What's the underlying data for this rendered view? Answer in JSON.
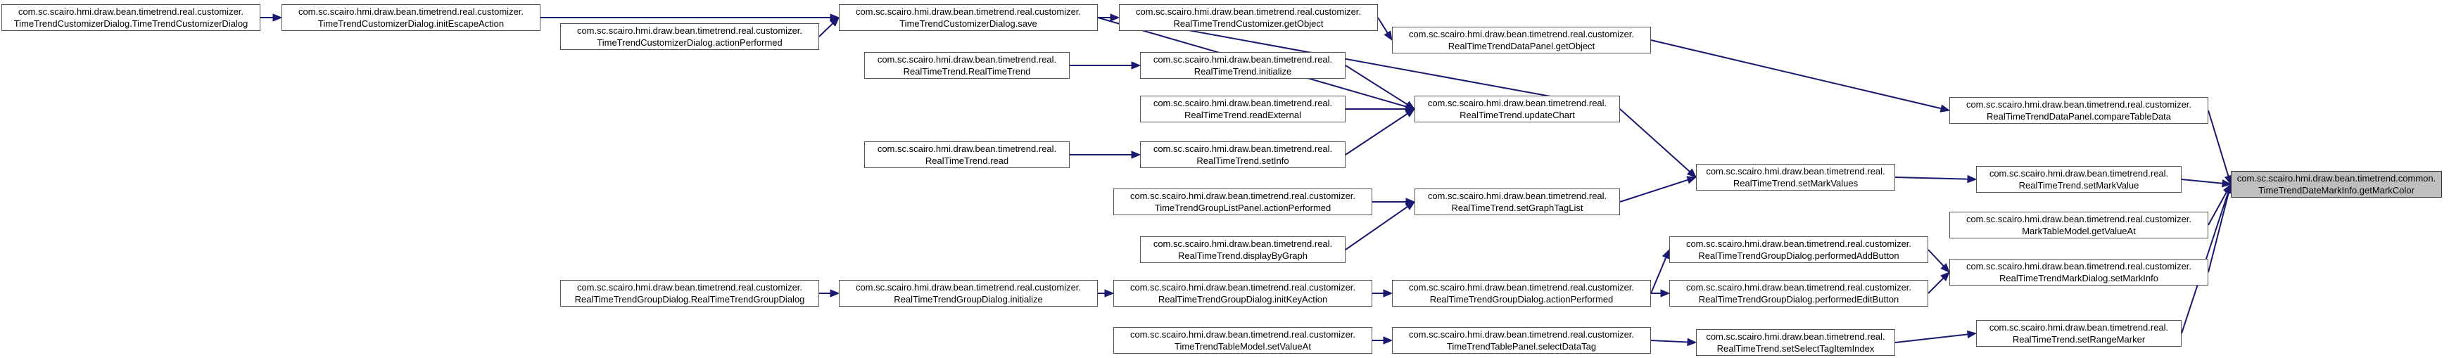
{
  "nodes": [
    {
      "id": "getMarkColor",
      "root": true,
      "lines": [
        "com.sc.scairo.hmi.draw.bean.timetrend.common.",
        "TimeTrendDateMarkInfo.getMarkColor"
      ]
    },
    {
      "id": "setMarkValue",
      "lines": [
        "com.sc.scairo.hmi.draw.bean.timetrend.real.",
        "RealTimeTrend.setMarkValue"
      ]
    },
    {
      "id": "compareTableData",
      "lines": [
        "com.sc.scairo.hmi.draw.bean.timetrend.real.customizer.",
        "RealTimeTrendDataPanel.compareTableData"
      ]
    },
    {
      "id": "getValueAt",
      "lines": [
        "com.sc.scairo.hmi.draw.bean.timetrend.real.customizer.",
        "MarkTableModel.getValueAt"
      ]
    },
    {
      "id": "setMarkInfo",
      "lines": [
        "com.sc.scairo.hmi.draw.bean.timetrend.real.customizer.",
        "RealTimeTrendMarkDialog.setMarkInfo"
      ]
    },
    {
      "id": "setRangeMarker",
      "lines": [
        "com.sc.scairo.hmi.draw.bean.timetrend.real.",
        "RealTimeTrend.setRangeMarker"
      ]
    },
    {
      "id": "dataPanelGetObject",
      "lines": [
        "com.sc.scairo.hmi.draw.bean.timetrend.real.customizer.",
        "RealTimeTrendDataPanel.getObject"
      ]
    },
    {
      "id": "setMarkValues",
      "lines": [
        "com.sc.scairo.hmi.draw.bean.timetrend.real.",
        "RealTimeTrend.setMarkValues"
      ]
    },
    {
      "id": "performedAddButton",
      "lines": [
        "com.sc.scairo.hmi.draw.bean.timetrend.real.customizer.",
        "RealTimeTrendGroupDialog.performedAddButton"
      ]
    },
    {
      "id": "performedEditButton",
      "lines": [
        "com.sc.scairo.hmi.draw.bean.timetrend.real.customizer.",
        "RealTimeTrendGroupDialog.performedEditButton"
      ]
    },
    {
      "id": "setSelectTagItemIndex",
      "lines": [
        "com.sc.scairo.hmi.draw.bean.timetrend.real.",
        "RealTimeTrend.setSelectTagItemIndex"
      ]
    },
    {
      "id": "customizerGetObject",
      "lines": [
        "com.sc.scairo.hmi.draw.bean.timetrend.real.customizer.",
        "RealTimeTrendCustomizer.getObject"
      ]
    },
    {
      "id": "updateChart",
      "lines": [
        "com.sc.scairo.hmi.draw.bean.timetrend.real.",
        "RealTimeTrend.updateChart"
      ]
    },
    {
      "id": "setGraphTagList",
      "lines": [
        "com.sc.scairo.hmi.draw.bean.timetrend.real.",
        "RealTimeTrend.setGraphTagList"
      ]
    },
    {
      "id": "groupDialogActionPerformed",
      "lines": [
        "com.sc.scairo.hmi.draw.bean.timetrend.real.customizer.",
        "RealTimeTrendGroupDialog.actionPerformed"
      ]
    },
    {
      "id": "selectDataTag",
      "lines": [
        "com.sc.scairo.hmi.draw.bean.timetrend.real.customizer.",
        "TimeTrendTablePanel.selectDataTag"
      ]
    },
    {
      "id": "save",
      "lines": [
        "com.sc.scairo.hmi.draw.bean.timetrend.real.customizer.",
        "TimeTrendCustomizerDialog.save"
      ]
    },
    {
      "id": "initialize",
      "lines": [
        "com.sc.scairo.hmi.draw.bean.timetrend.real.",
        "RealTimeTrend.initialize"
      ]
    },
    {
      "id": "readExternal",
      "lines": [
        "com.sc.scairo.hmi.draw.bean.timetrend.real.",
        "RealTimeTrend.readExternal"
      ]
    },
    {
      "id": "setInfo",
      "lines": [
        "com.sc.scairo.hmi.draw.bean.timetrend.real.",
        "RealTimeTrend.setInfo"
      ]
    },
    {
      "id": "groupListActionPerformed",
      "lines": [
        "com.sc.scairo.hmi.draw.bean.timetrend.real.customizer.",
        "TimeTrendGroupListPanel.actionPerformed"
      ]
    },
    {
      "id": "displayByGraph",
      "lines": [
        "com.sc.scairo.hmi.draw.bean.timetrend.real.",
        "RealTimeTrend.displayByGraph"
      ]
    },
    {
      "id": "initKeyAction",
      "lines": [
        "com.sc.scairo.hmi.draw.bean.timetrend.real.customizer.",
        "RealTimeTrendGroupDialog.initKeyAction"
      ]
    },
    {
      "id": "tableModelSetValueAt",
      "lines": [
        "com.sc.scairo.hmi.draw.bean.timetrend.real.customizer.",
        "TimeTrendTableModel.setValueAt"
      ]
    },
    {
      "id": "initEscapeAction",
      "lines": [
        "com.sc.scairo.hmi.draw.bean.timetrend.real.customizer.",
        "TimeTrendCustomizerDialog.initEscapeAction"
      ]
    },
    {
      "id": "customizerDialogActionPerformed",
      "lines": [
        "com.sc.scairo.hmi.draw.bean.timetrend.real.customizer.",
        "TimeTrendCustomizerDialog.actionPerformed"
      ]
    },
    {
      "id": "realTimeTrendCtor",
      "lines": [
        "com.sc.scairo.hmi.draw.bean.timetrend.real.",
        "RealTimeTrend.RealTimeTrend"
      ]
    },
    {
      "id": "read",
      "lines": [
        "com.sc.scairo.hmi.draw.bean.timetrend.real.",
        "RealTimeTrend.read"
      ]
    },
    {
      "id": "groupDialogInitialize",
      "lines": [
        "com.sc.scairo.hmi.draw.bean.timetrend.real.customizer.",
        "RealTimeTrendGroupDialog.initialize"
      ]
    },
    {
      "id": "customizerDialogCtor",
      "lines": [
        "com.sc.scairo.hmi.draw.bean.timetrend.real.customizer.",
        "TimeTrendCustomizerDialog.TimeTrendCustomizerDialog"
      ]
    },
    {
      "id": "groupDialogCtor",
      "lines": [
        "com.sc.scairo.hmi.draw.bean.timetrend.real.customizer.",
        "RealTimeTrendGroupDialog.RealTimeTrendGroupDialog"
      ]
    }
  ],
  "edges": [
    [
      "setMarkValue",
      "getMarkColor"
    ],
    [
      "compareTableData",
      "getMarkColor"
    ],
    [
      "getValueAt",
      "getMarkColor"
    ],
    [
      "setMarkInfo",
      "getMarkColor"
    ],
    [
      "setRangeMarker",
      "getMarkColor"
    ],
    [
      "dataPanelGetObject",
      "compareTableData"
    ],
    [
      "setMarkValues",
      "setMarkValue"
    ],
    [
      "performedAddButton",
      "setMarkInfo"
    ],
    [
      "performedEditButton",
      "setMarkInfo"
    ],
    [
      "setSelectTagItemIndex",
      "setRangeMarker"
    ],
    [
      "customizerGetObject",
      "dataPanelGetObject"
    ],
    [
      "updateChart",
      "setMarkValues"
    ],
    [
      "setGraphTagList",
      "setMarkValues"
    ],
    [
      "groupDialogActionPerformed",
      "performedAddButton"
    ],
    [
      "groupDialogActionPerformed",
      "performedEditButton"
    ],
    [
      "selectDataTag",
      "setSelectTagItemIndex"
    ],
    [
      "save",
      "customizerGetObject"
    ],
    [
      "updateChart",
      "customizerGetObject"
    ],
    [
      "initialize",
      "updateChart"
    ],
    [
      "readExternal",
      "updateChart"
    ],
    [
      "setInfo",
      "updateChart"
    ],
    [
      "save",
      "updateChart"
    ],
    [
      "groupListActionPerformed",
      "setGraphTagList"
    ],
    [
      "displayByGraph",
      "setGraphTagList"
    ],
    [
      "initKeyAction",
      "groupDialogActionPerformed"
    ],
    [
      "tableModelSetValueAt",
      "selectDataTag"
    ],
    [
      "initEscapeAction",
      "save"
    ],
    [
      "customizerDialogActionPerformed",
      "save"
    ],
    [
      "realTimeTrendCtor",
      "initialize"
    ],
    [
      "read",
      "setInfo"
    ],
    [
      "groupDialogInitialize",
      "initKeyAction"
    ],
    [
      "customizerDialogCtor",
      "initEscapeAction"
    ],
    [
      "groupDialogCtor",
      "groupDialogInitialize"
    ]
  ]
}
